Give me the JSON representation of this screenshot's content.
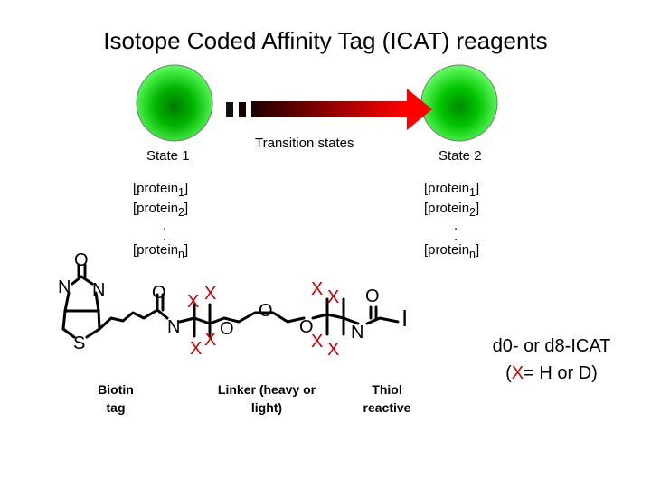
{
  "title": "Isotope Coded Affinity Tag (ICAT) reagents",
  "state1": {
    "label": "State 1",
    "proteins": [
      "[protein",
      "1",
      "]",
      "[protein",
      "2",
      "]",
      ".",
      ".",
      "[protein",
      "n",
      "]"
    ]
  },
  "transition": {
    "label": "Transition states"
  },
  "state2": {
    "label": "State 2",
    "proteins": [
      "[protein",
      "1",
      "]",
      "[protein",
      "2",
      "]",
      ".",
      ".",
      "[protein",
      "n",
      "]"
    ]
  },
  "molecule": {
    "atoms": {
      "o_top": "O",
      "n_left": "N",
      "n_right": "N",
      "s": "S",
      "o_carbonyl1": "O",
      "n_amide1": "N",
      "x1": "X",
      "x2": "X",
      "x3": "X",
      "x4": "X",
      "o_ether1": "O",
      "o_ether2": "O",
      "o_ether3": "O",
      "x5": "X",
      "x6": "X",
      "x7": "X",
      "x8": "X",
      "o_carbonyl2": "O",
      "n_amide2": "N",
      "iodine": "I"
    }
  },
  "captions": {
    "biotin": [
      "Biotin",
      "tag"
    ],
    "linker": [
      "Linker (heavy or",
      "light)"
    ],
    "thiol": [
      "Thiol",
      "reactive"
    ]
  },
  "product": {
    "name": "d0- or d8-ICAT",
    "legend_open": "(",
    "legend_x": "X",
    "legend_rest": "= H or D)"
  },
  "colors": {
    "accent": "#cc0000",
    "green": "#00bb00",
    "arrow_dark": "#2a0000",
    "arrow_red": "#ff0000"
  }
}
